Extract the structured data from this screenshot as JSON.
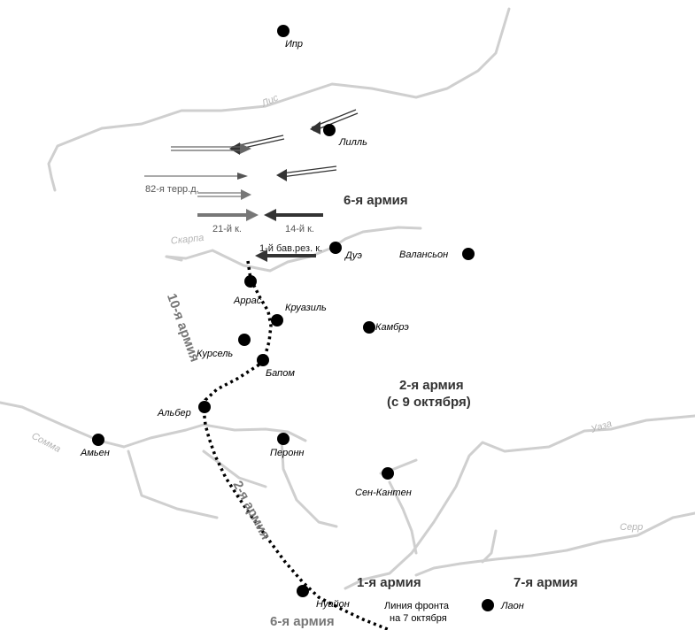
{
  "map": {
    "cities": [
      {
        "id": "ypres",
        "name": "Ипр"
      },
      {
        "id": "lille",
        "name": "Лилль"
      },
      {
        "id": "douai",
        "name": "Дуэ"
      },
      {
        "id": "valenciennes",
        "name": "Валансьон"
      },
      {
        "id": "arras",
        "name": "Аррас"
      },
      {
        "id": "croisilles",
        "name": "Круазиль"
      },
      {
        "id": "cambrai",
        "name": "Камбрэ"
      },
      {
        "id": "courcelles",
        "name": "Курсель"
      },
      {
        "id": "bapaume",
        "name": "Бапом"
      },
      {
        "id": "albert",
        "name": "Альбер"
      },
      {
        "id": "amiens",
        "name": "Амьен"
      },
      {
        "id": "peronne",
        "name": "Перонн"
      },
      {
        "id": "saint-quentin",
        "name": "Сен-Кантен"
      },
      {
        "id": "noyon",
        "name": "Нуайон"
      },
      {
        "id": "laon",
        "name": "Лаон"
      }
    ],
    "rivers": {
      "lys": "Лис",
      "scarpe": "Скарпа",
      "somme": "Сомма",
      "oise": "Уаза",
      "serre": "Серр"
    },
    "armies": {
      "army6_north": "6-я армия",
      "army10": "10-я армия",
      "army2_line1": "2-я армия",
      "army2_line2": "(с 9 октября)",
      "army2_west": "2-я армия",
      "army1": "1-я армия",
      "army7": "7-я армия",
      "army6_south": "6-я армия"
    },
    "units": {
      "terr82": "82-я терр.д.",
      "corps21": "21-й к.",
      "corps14": "14-й к.",
      "bav1": "1-й бав.рез. к."
    },
    "front": {
      "line1": "Линия фронта",
      "line2": "на 7 октября"
    },
    "colors": {
      "river": "#cfcfcf",
      "front_line": "#000000",
      "arrow_dark": "#333333",
      "arrow_grey": "#777777"
    }
  }
}
